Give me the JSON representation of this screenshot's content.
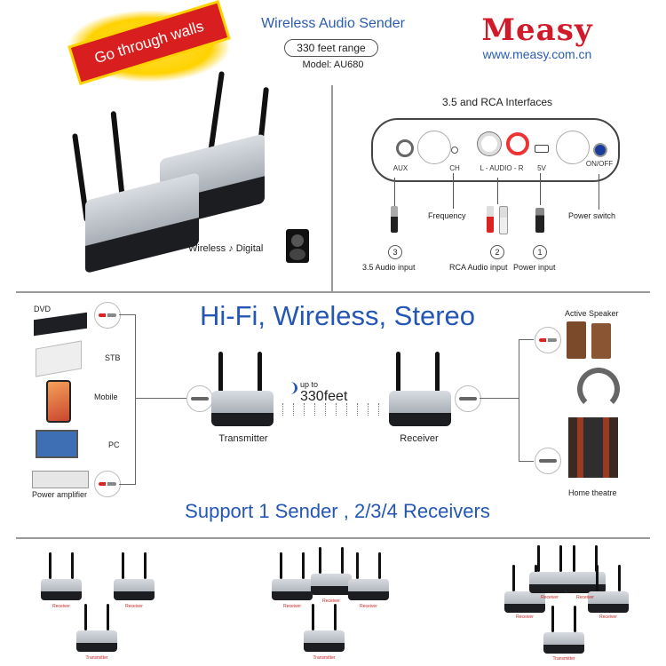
{
  "header": {
    "banner": "Go through walls",
    "title": "Wireless Audio Sender",
    "range": "330 feet range",
    "model": "Model: AU680",
    "brand": "Measy",
    "url": "www.measy.com.cn",
    "wireless_digital": "Wireless ♪ Digital"
  },
  "interfaces": {
    "title": "3.5 and RCA Interfaces",
    "panel_labels": {
      "aux": "AUX",
      "ch": "CH",
      "audio": "L - AUDIO - R",
      "v5": "5V",
      "onoff": "ON/OFF"
    },
    "callouts": {
      "frequency": "Frequency",
      "power_switch": "Power switch"
    },
    "inputs": [
      {
        "num": "3",
        "label": "3.5 Audio input"
      },
      {
        "num": "2",
        "label": "RCA Audio input"
      },
      {
        "num": "1",
        "label": "Power input"
      }
    ]
  },
  "middle": {
    "headline": "Hi-Fi, Wireless, Stereo",
    "sources": [
      "DVD",
      "STB",
      "Mobile",
      "PC",
      "Power amplifier"
    ],
    "outputs": [
      "Active Speaker",
      "Home theatre"
    ],
    "transmitter": "Transmitter",
    "receiver": "Receiver",
    "upto": "up to",
    "distance": "330feet"
  },
  "bottom": {
    "headline": "Support 1 Sender , 2/3/4 Receivers",
    "receiver_tag": "Receiver",
    "transmitter_tag": "Transmitter"
  },
  "colors": {
    "accent_blue": "#2457b5",
    "brand_red": "#d11a2a",
    "banner_red": "#d81e1e",
    "banner_yellow": "#ffd200"
  }
}
